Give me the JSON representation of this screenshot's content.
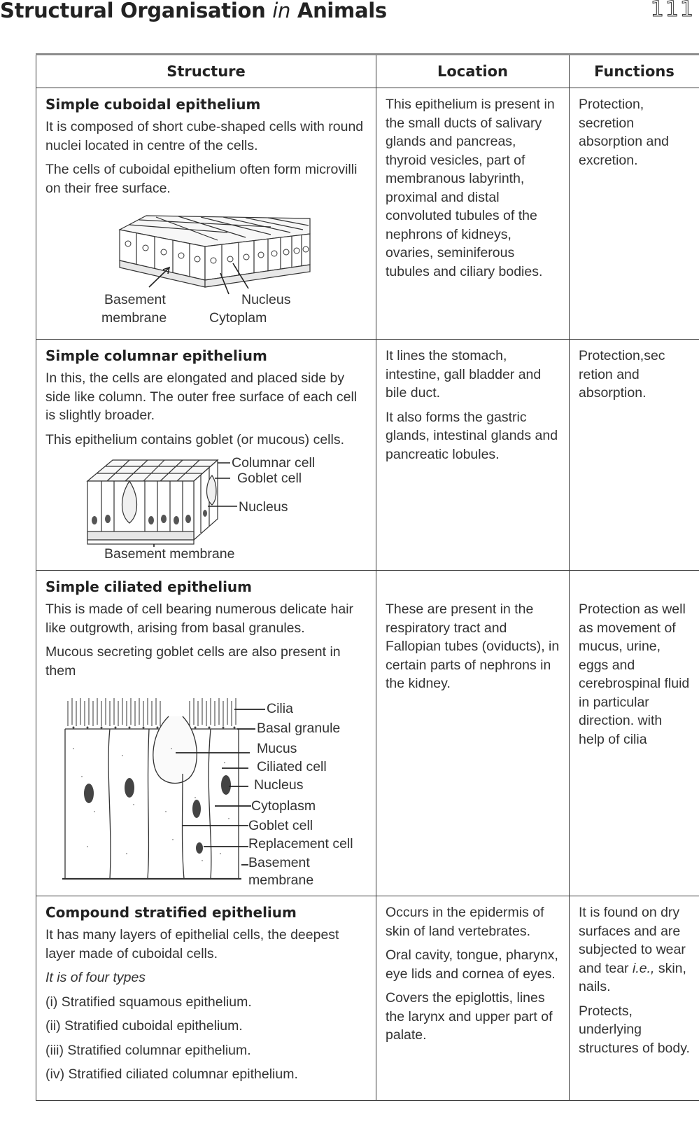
{
  "header": {
    "title_main": "Structural Organisation",
    "title_in": "in",
    "title_end": "Animals",
    "page_number": "111"
  },
  "table": {
    "headers": {
      "structure": "Structure",
      "location": "Location",
      "functions": "Functions"
    },
    "rows": [
      {
        "title": "Simple cuboidal epithelium",
        "paragraphs": [
          " It is composed of short cube-shaped cells with round nuclei located in centre of the cells.",
          "The cells of cuboidal epithelium often form microvilli on their free surface."
        ],
        "figure_labels": {
          "basement": "Basement",
          "membrane": "membrane",
          "nucleus": "Nucleus",
          "cytoplasm": "Cytoplam"
        },
        "location": [
          "This epithelium is present in the small ducts of salivary glands and pancreas, thyroid vesicles, part of membranous labyrinth, proximal and distal convoluted tubules of the nephrons of kidneys, ovaries, seminiferous  tubules and ciliary bodies."
        ],
        "functions": [
          "Protection, secretion absorption and excretion."
        ]
      },
      {
        "title": "Simple columnar epithelium",
        "paragraphs": [
          " In this, the cells are elongated and placed side by side like column. The outer free surface of each cell is slightly broader.",
          "This epithelium contains goblet (or mucous) cells."
        ],
        "figure_labels": {
          "columnar": "Columnar cell",
          "goblet": "Goblet cell",
          "nucleus": "Nucleus",
          "basement": "Basement membrane"
        },
        "location": [
          "It lines the stomach, intestine, gall bladder and bile duct.",
          "It also forms the gastric glands, intestinal glands and pancreatic lobules."
        ],
        "functions": [
          "Protection,sec retion and absorption."
        ]
      },
      {
        "title": "Simple ciliated epithelium",
        "paragraphs": [
          "This is made of cell bearing numerous delicate hair like outgrowth, arising from basal granules.",
          "Mucous secreting goblet cells are also present in them"
        ],
        "figure_labels": {
          "cilia": "Cilia",
          "basal_granule": "Basal granule",
          "mucus": "Mucus",
          "ciliated_cell": "Ciliated cell",
          "nucleus": "Nucleus",
          "cytoplasm": "Cytoplasm",
          "goblet": "Goblet cell",
          "replacement": "Replacement cell",
          "basement": "Basement",
          "membrane": "membrane"
        },
        "location": [
          "These are present in the respiratory tract and Fallopian tubes (oviducts), in certain parts of nephrons in the kidney."
        ],
        "functions": [
          "Protection as well as movement of mucus, urine, eggs and cerebrospinal fluid in particular direction. with help of cilia"
        ]
      },
      {
        "title": "Compound stratified epithelium",
        "paragraphs": [
          "It has many layers of epithelial cells, the deepest layer made of cuboidal cells."
        ],
        "note": "It is of four types",
        "types": [
          "(i) Stratified squamous epithelium.",
          "(ii) Stratified cuboidal epithelium.",
          "(iii) Stratified columnar epithelium.",
          "(iv) Stratified ciliated columnar epithelium."
        ],
        "location": [
          "Occurs in the epidermis of skin of land vertebrates.",
          "Oral cavity, tongue, pharynx, eye lids and cornea of eyes.",
          "Covers the epiglottis, lines the larynx and upper part of palate."
        ],
        "functions": [
          " It is found on dry surfaces and are subjected to wear and tear",
          "i.e.,",
          " skin, nails.",
          " Protects, underlying structures of body."
        ]
      }
    ]
  }
}
